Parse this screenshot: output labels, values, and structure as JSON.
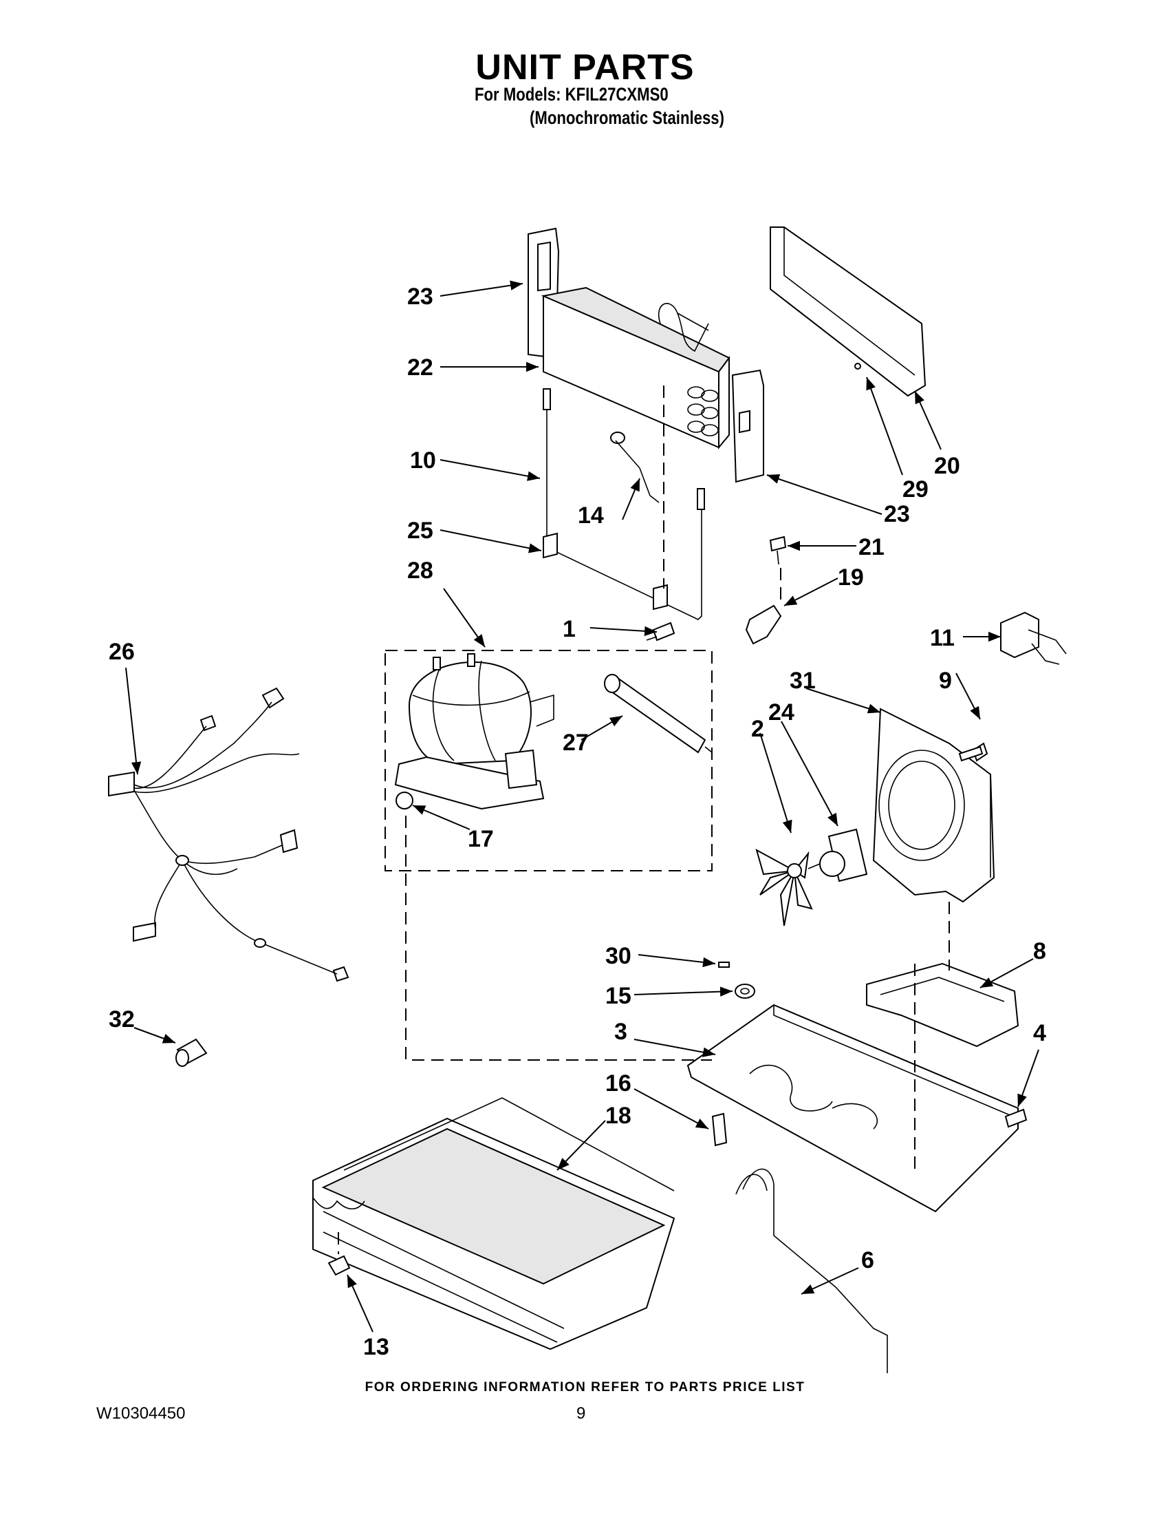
{
  "header": {
    "title": "UNIT PARTS",
    "models_line": "For Models: KFIL27CXMS0",
    "variant_line": "(Monochromatic Stainless)"
  },
  "callouts": [
    "23",
    "22",
    "10",
    "14",
    "25",
    "28",
    "1",
    "23",
    "20",
    "29",
    "21",
    "19",
    "11",
    "26",
    "31",
    "9",
    "24",
    "2",
    "27",
    "17",
    "30",
    "8",
    "15",
    "3",
    "4",
    "32",
    "16",
    "18",
    "6",
    "13"
  ],
  "footer": {
    "note": "FOR ORDERING INFORMATION REFER TO PARTS PRICE LIST",
    "doc_number": "W10304450",
    "page_number": "9"
  }
}
